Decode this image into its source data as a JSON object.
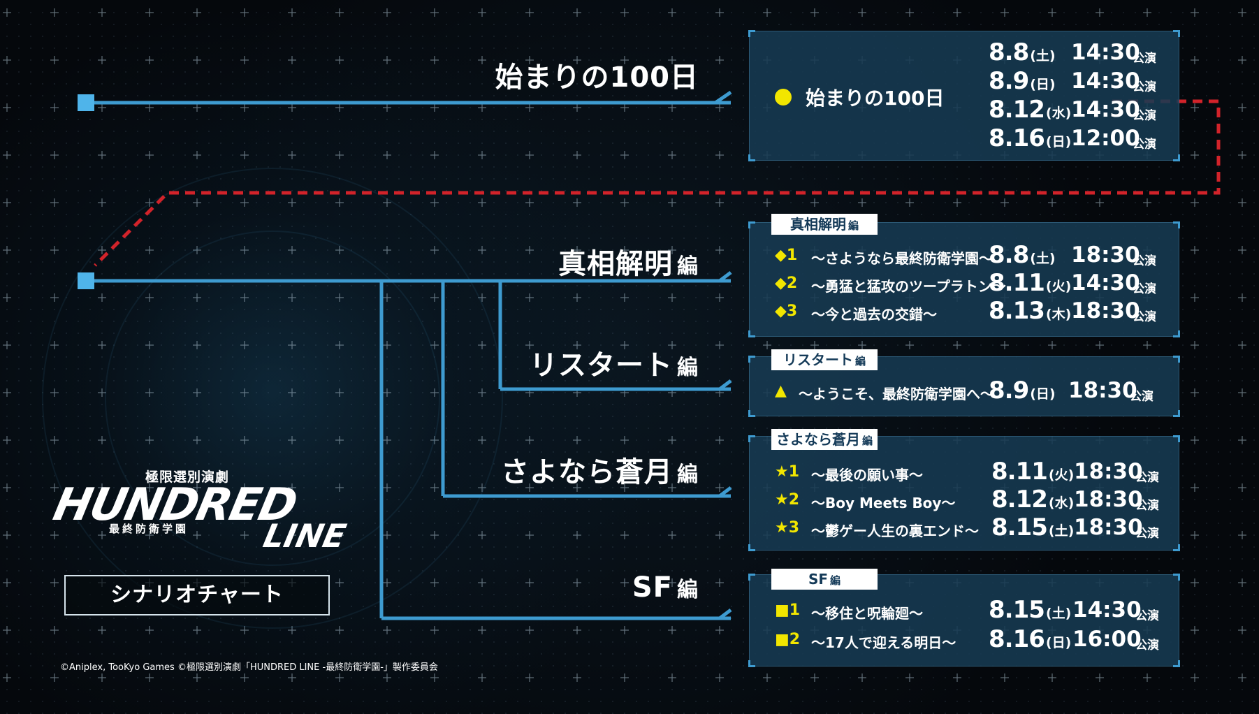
{
  "colors": {
    "line": "#3e9bd0",
    "accent": "#f2e600",
    "dashed": "#d2232a",
    "panel": "#173a52"
  },
  "branches": [
    {
      "title": "始まりの100日",
      "suffix": ""
    },
    {
      "title": "真相解明",
      "suffix": "編"
    },
    {
      "title": "リスタート",
      "suffix": "編"
    },
    {
      "title": "さよなら蒼月",
      "suffix": "編"
    },
    {
      "title": "SF",
      "suffix": "編"
    }
  ],
  "panels": [
    {
      "tab": "",
      "tab_suffix": "",
      "title": "始まりの100日",
      "rows": [
        {
          "mark": "",
          "episode": "",
          "date": "8.8",
          "dow": "(土)",
          "time": "14:30",
          "perf": "公演"
        },
        {
          "mark": "",
          "episode": "",
          "date": "8.9",
          "dow": "(日)",
          "time": "14:30",
          "perf": "公演"
        },
        {
          "mark": "",
          "episode": "",
          "date": "8.12",
          "dow": "(水)",
          "time": "14:30",
          "perf": "公演"
        },
        {
          "mark": "",
          "episode": "",
          "date": "8.16",
          "dow": "(日)",
          "time": "12:00",
          "perf": "公演"
        }
      ]
    },
    {
      "tab": "真相解明",
      "tab_suffix": "編",
      "rows": [
        {
          "mark": "◆1",
          "episode": "～さようなら最終防衛学園～",
          "date": "8.8",
          "dow": "(土)",
          "time": "18:30",
          "perf": "公演"
        },
        {
          "mark": "◆2",
          "episode": "～勇猛と猛攻のツープラトン～",
          "date": "8.11",
          "dow": "(火)",
          "time": "14:30",
          "perf": "公演"
        },
        {
          "mark": "◆3",
          "episode": "～今と過去の交錯～",
          "date": "8.13",
          "dow": "(木)",
          "time": "18:30",
          "perf": "公演"
        }
      ]
    },
    {
      "tab": "リスタート",
      "tab_suffix": "編",
      "rows": [
        {
          "mark": "▲",
          "episode": "～ようこそ、最終防衛学園へ～",
          "date": "8.9",
          "dow": "(日)",
          "time": "18:30",
          "perf": "公演"
        }
      ]
    },
    {
      "tab": "さよなら蒼月",
      "tab_suffix": "編",
      "rows": [
        {
          "mark": "★1",
          "episode": "～最後の願い事～",
          "date": "8.11",
          "dow": "(火)",
          "time": "18:30",
          "perf": "公演"
        },
        {
          "mark": "★2",
          "episode": "～Boy Meets Boy～",
          "date": "8.12",
          "dow": "(水)",
          "time": "18:30",
          "perf": "公演"
        },
        {
          "mark": "★3",
          "episode": "～鬱ゲー人生の裏エンド～",
          "date": "8.15",
          "dow": "(土)",
          "time": "18:30",
          "perf": "公演"
        }
      ]
    },
    {
      "tab": "SF",
      "tab_suffix": "編",
      "rows": [
        {
          "mark": "■1",
          "episode": "～移住と呪輪廻～",
          "date": "8.15",
          "dow": "(土)",
          "time": "14:30",
          "perf": "公演"
        },
        {
          "mark": "■2",
          "episode": "～17人で迎える明日～",
          "date": "8.16",
          "dow": "(日)",
          "time": "16:00",
          "perf": "公演"
        }
      ]
    }
  ],
  "logo": {
    "subtitle": "極限選別演劇",
    "main": "HUNDRED",
    "line": "LINE",
    "small": "最終防衛学園"
  },
  "chart_button": "シナリオチャート",
  "copyright": "©Aniplex, TooKyo Games ©極限選別演劇「HUNDRED LINE -最終防衛学園-」製作委員会"
}
